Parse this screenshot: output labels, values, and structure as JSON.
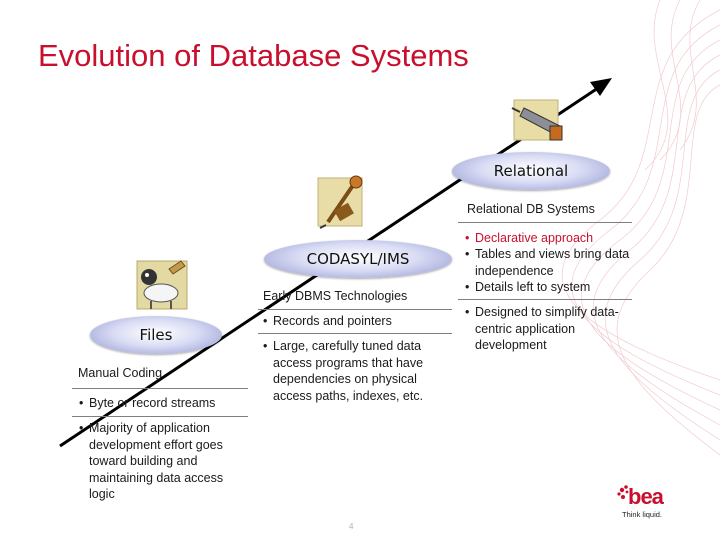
{
  "title": "Evolution of Database Systems",
  "stages": {
    "files": {
      "label": "Files",
      "heading": "Manual Coding",
      "bullets": [
        "Byte or record streams",
        "Majority of application development effort goes toward building and maintaining data access logic"
      ]
    },
    "codasyl": {
      "label": "CODASYL/IMS",
      "heading": "Early DBMS Technologies",
      "bullets": [
        "Records and pointers",
        "Large, carefully tuned data access programs that have dependencies on physical access paths, indexes, etc."
      ]
    },
    "relational": {
      "label": "Relational",
      "heading": "Relational DB Systems",
      "bullets_red": [
        "Declarative approach"
      ],
      "bullets": [
        "Tables and views bring data independence",
        "Details left to system",
        "Designed to simplify data-centric application development"
      ]
    }
  },
  "icons": [
    "sheep-clipart-icon",
    "hand-drill-clipart-icon",
    "power-drill-clipart-icon"
  ],
  "page_number": "4",
  "logo": {
    "wordmark": "bea",
    "tagline": "Think liquid."
  },
  "colors": {
    "title": "#c8102e",
    "ellipse": "#9aa0d8",
    "accent_red": "#c8102e"
  }
}
